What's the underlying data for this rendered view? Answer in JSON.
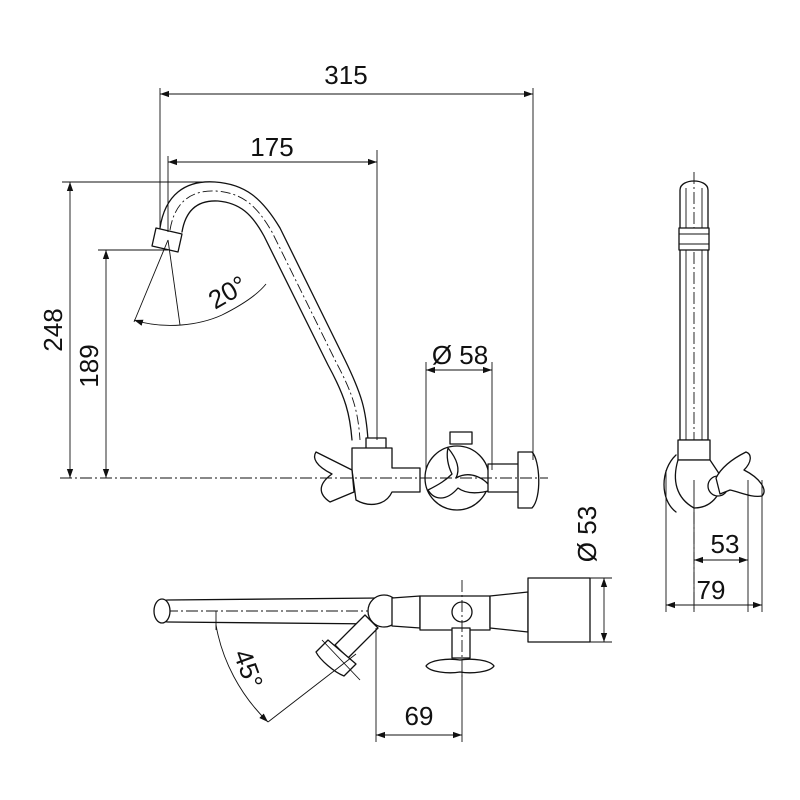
{
  "diagram": {
    "dimensions": {
      "overall_width": "315",
      "spout_reach": "175",
      "total_height": "248",
      "spout_height": "189",
      "spout_angle": "20°",
      "handle_diameter": "Ø 58",
      "body_diameter": "Ø 53",
      "side_depth_inner": "53",
      "side_depth_outer": "79",
      "swivel_angle": "45°",
      "axis_offset": "69"
    }
  }
}
